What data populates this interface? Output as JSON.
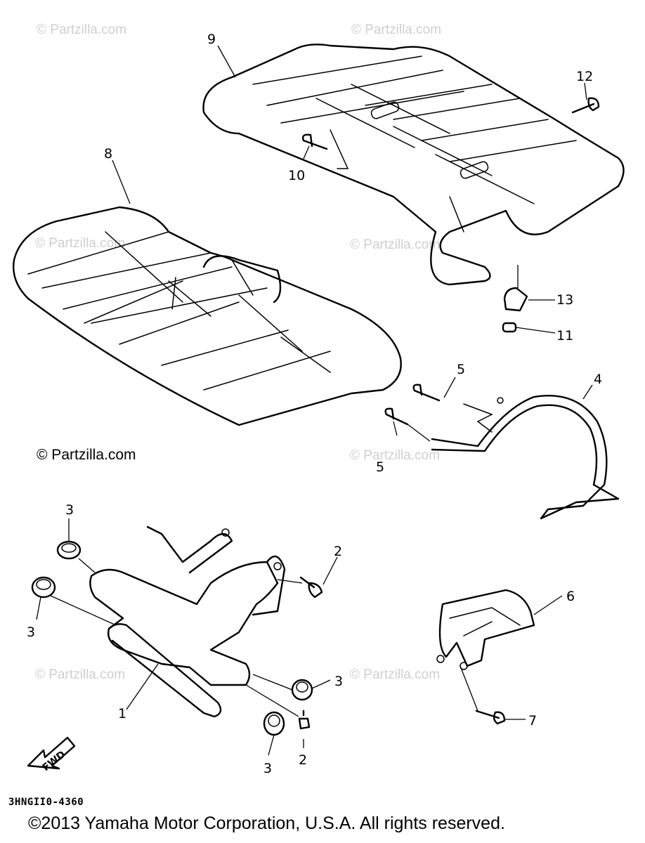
{
  "watermarks": {
    "light": "© Partzilla.com",
    "dark": "© Partzilla.com"
  },
  "callouts": {
    "c1": "1",
    "c2a": "2",
    "c2b": "2",
    "c3a": "3",
    "c3b": "3",
    "c3c": "3",
    "c3d": "3",
    "c4": "4",
    "c5a": "5",
    "c5b": "5",
    "c6": "6",
    "c7": "7",
    "c8": "8",
    "c9": "9",
    "c10": "10",
    "c11": "11",
    "c12": "12",
    "c13": "13"
  },
  "fwd_label": "FWD",
  "diagram_code": "3HNGII0-4360",
  "copyright": "©2013  Yamaha Motor Corporation, U.S.A. All rights reserved."
}
